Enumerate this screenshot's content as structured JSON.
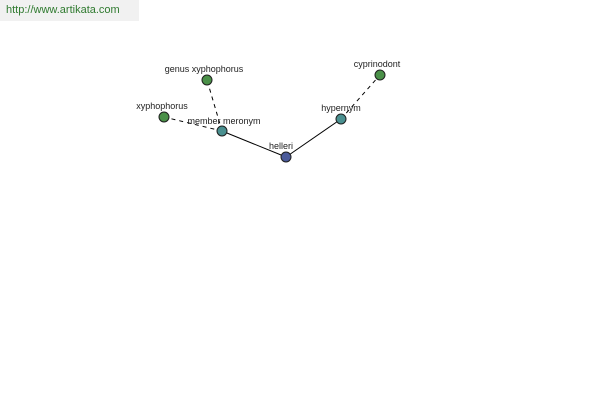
{
  "watermark": {
    "text": "http://www.artikata.com"
  },
  "graph": {
    "nodes": [
      {
        "id": "helleri",
        "label": "helleri",
        "color": "#4a5a9a"
      },
      {
        "id": "member_meronym",
        "label": "member meronym",
        "color": "#4a9090"
      },
      {
        "id": "hypernym",
        "label": "hypernym",
        "color": "#4a9090"
      },
      {
        "id": "xyphophorus",
        "label": "xyphophorus",
        "color": "#4a9048"
      },
      {
        "id": "genus_xyphophorus",
        "label": "genus xyphophorus",
        "color": "#4a9048"
      },
      {
        "id": "cyprinodont",
        "label": "cyprinodont",
        "color": "#4a9048"
      }
    ],
    "edges": [
      {
        "from": "helleri",
        "to": "member_meronym",
        "style": "solid"
      },
      {
        "from": "helleri",
        "to": "hypernym",
        "style": "solid"
      },
      {
        "from": "member_meronym",
        "to": "xyphophorus",
        "style": "dashed"
      },
      {
        "from": "member_meronym",
        "to": "genus_xyphophorus",
        "style": "dashed"
      },
      {
        "from": "hypernym",
        "to": "cyprinodont",
        "style": "dashed"
      }
    ]
  }
}
